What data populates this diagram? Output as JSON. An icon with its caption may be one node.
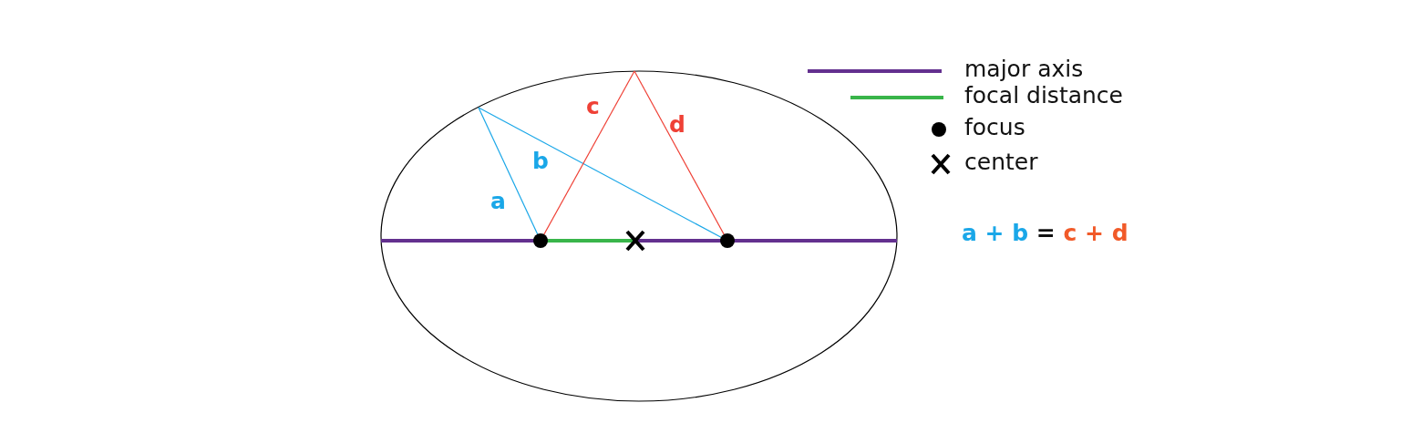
{
  "diagram": {
    "labels": [
      "c",
      "d",
      "b",
      "a",
      "a + b = c + d"
    ],
    "legend": [
      {
        "text": "major axis"
      },
      {
        "text": "focal distance"
      },
      {
        "text": "focus"
      },
      {
        "text": "center"
      }
    ]
  }
}
